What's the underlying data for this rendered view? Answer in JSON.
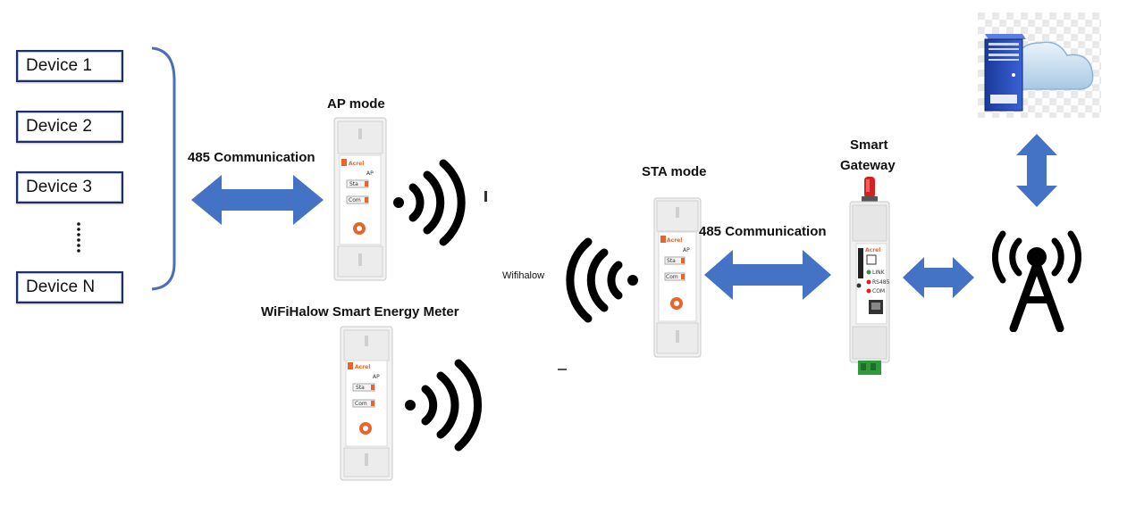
{
  "devices": [
    "Device 1",
    "Device 2",
    "Device 3",
    "Device N"
  ],
  "labels": {
    "ap_mode": "AP mode",
    "sta_mode": "STA mode",
    "comm_left": "485 Communication",
    "comm_right": "485 Communication",
    "meter": "WiFiHalow Smart Energy Meter",
    "wifihalow": "Wifihalow",
    "gateway_line1": "Smart",
    "gateway_line2": "Gateway"
  },
  "meter_face": {
    "brand": "Acrel",
    "model": "AP",
    "sta": "Sta",
    "com": "Com"
  },
  "gateway_face": {
    "brand": "Acrel",
    "link": "LINK",
    "rs485": "RS485",
    "com": "COM"
  },
  "colors": {
    "arrow": "#4472c4",
    "brace": "#4a6fb5",
    "device_border": "#1f2e6b",
    "waves": "#000000",
    "meter_accent": "#e8642a",
    "gateway_led": "#e02020",
    "gateway_terminal": "#2e9a3a"
  },
  "icons": [
    "wifi-waves-icon",
    "server-icon",
    "cloud-icon",
    "cell-tower-icon"
  ]
}
